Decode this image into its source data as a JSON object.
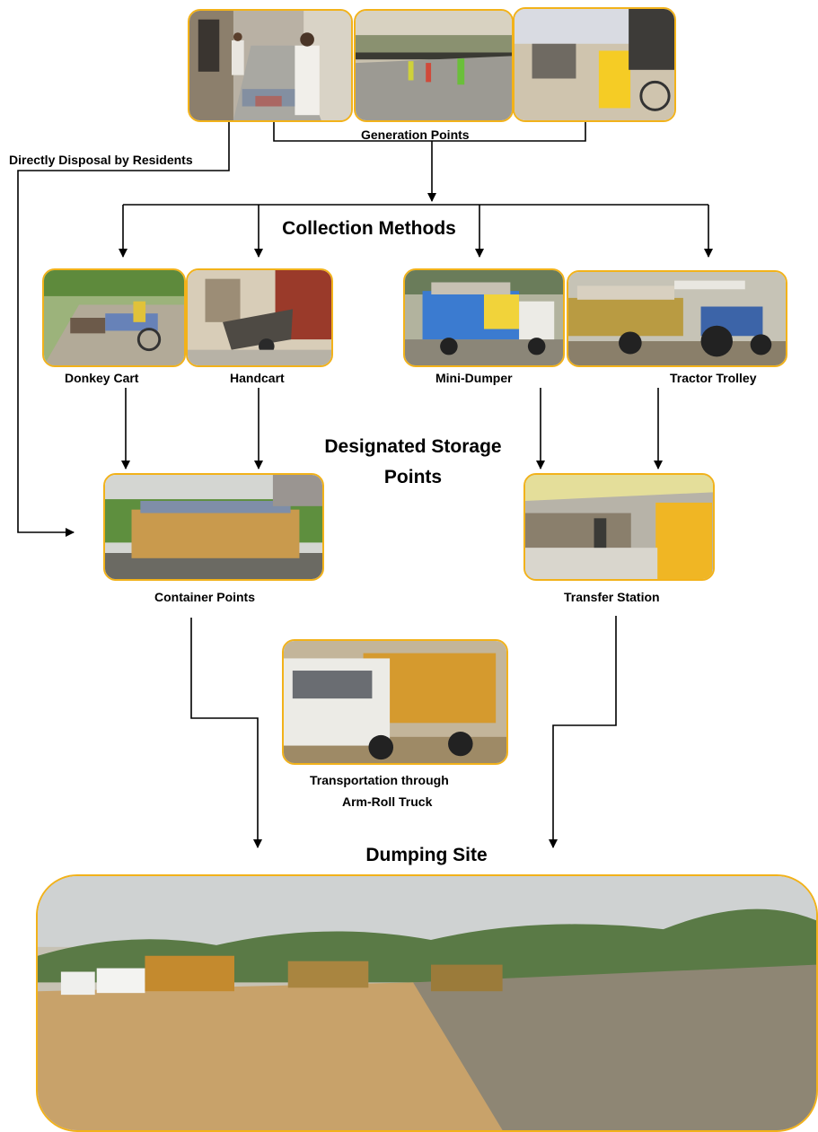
{
  "labels": {
    "generation": "Generation Points",
    "direct_disposal": "Directly Disposal by Residents",
    "collection_methods": "Collection Methods",
    "donkey_cart": "Donkey Cart",
    "handcart": "Handcart",
    "mini_dumper": "Mini-Dumper",
    "tractor_trolley": "Tractor Trolley",
    "storage_line1": "Designated Storage",
    "storage_line2": "Points",
    "container_points": "Container Points",
    "transfer_station": "Transfer Station",
    "transport_line1": "Transportation through",
    "transport_line2": "Arm-Roll Truck",
    "dumping_site": "Dumping Site"
  },
  "colors": {
    "frame": "#f2b21a",
    "line": "#000000"
  }
}
